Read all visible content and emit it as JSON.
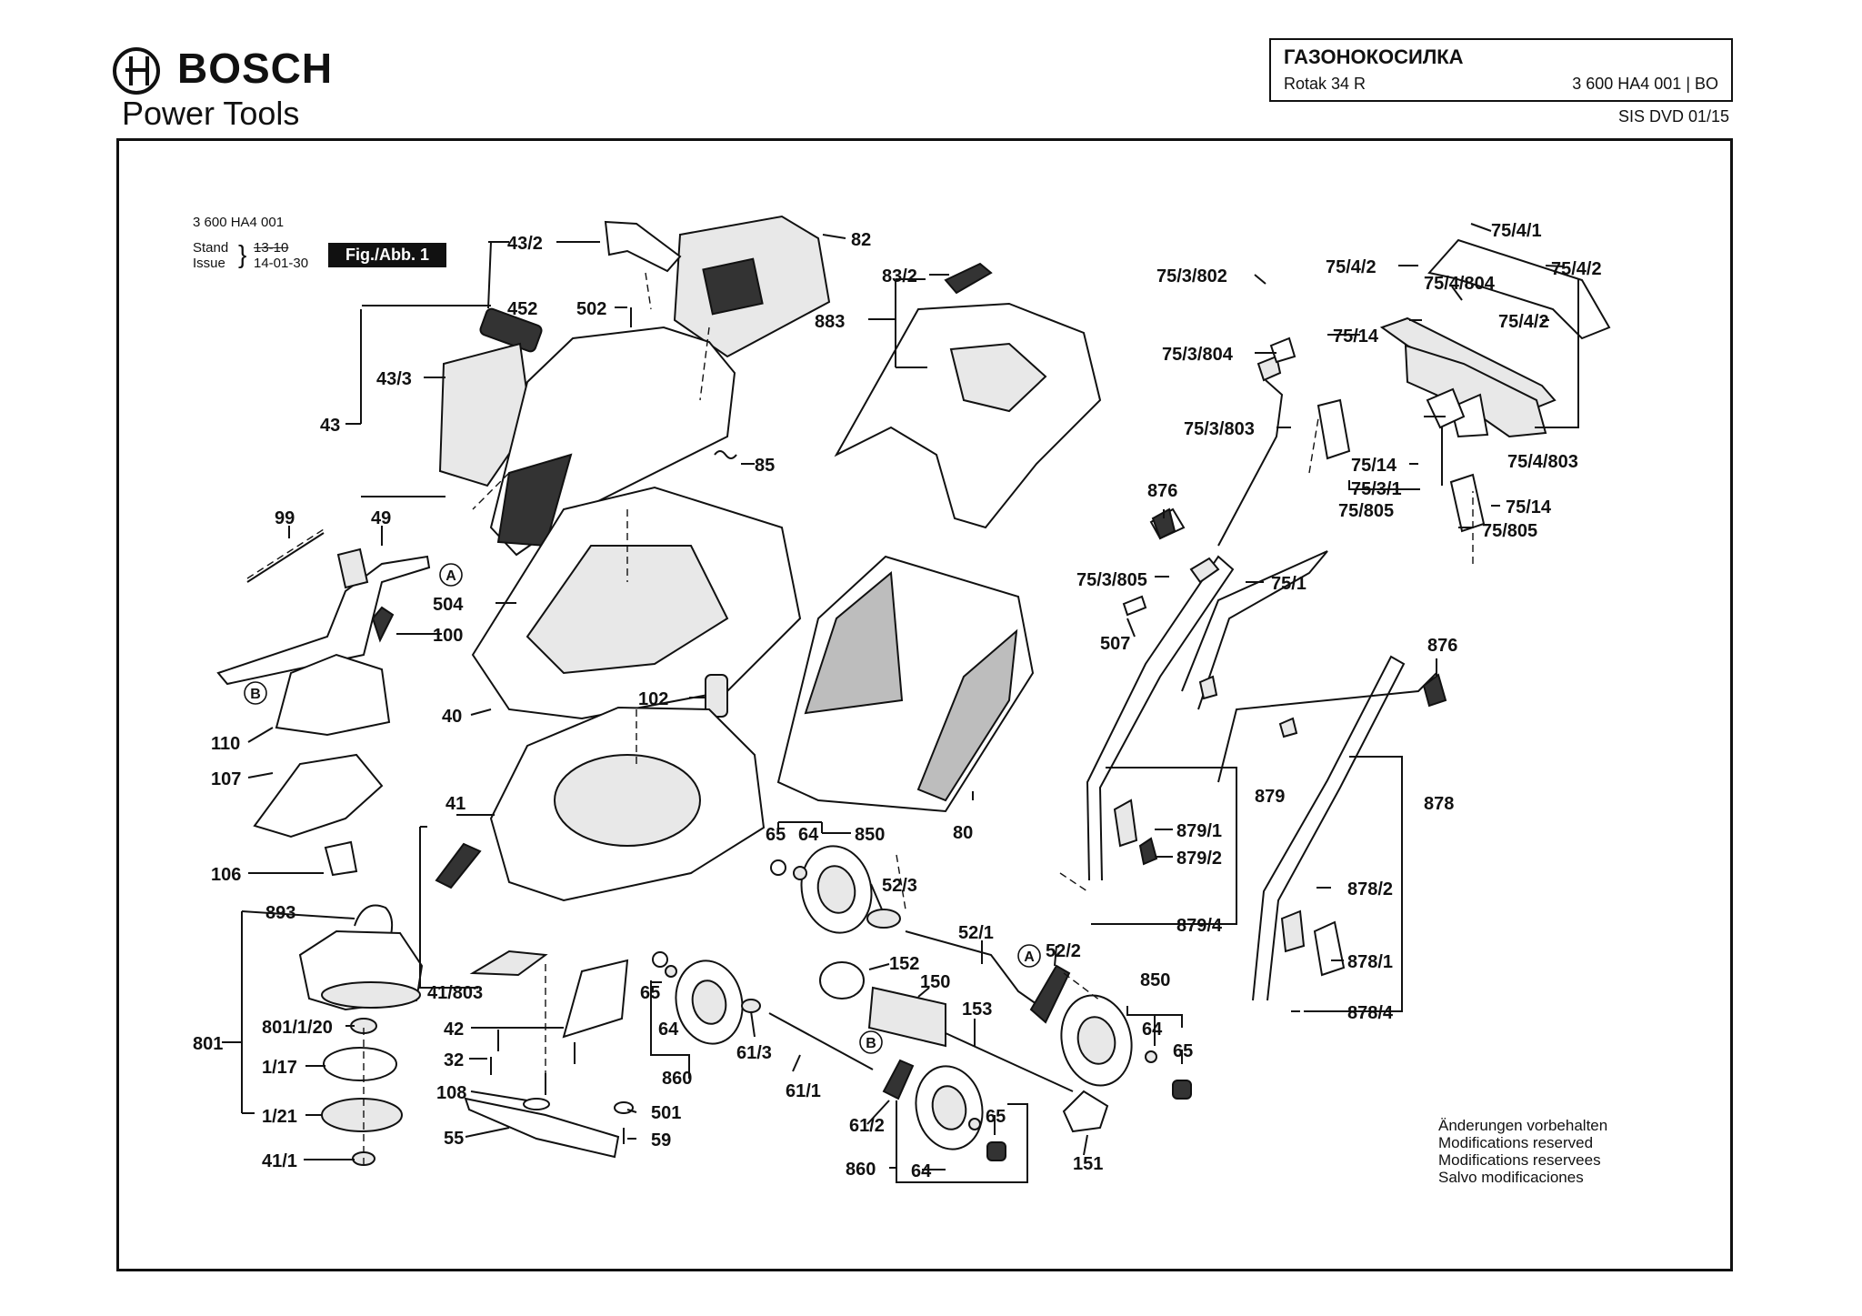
{
  "header": {
    "brand": "BOSCH",
    "brand_sub": "Power Tools",
    "title": "ГАЗОНОКОСИЛКА",
    "model": "Rotak 34 R",
    "code": "3 600 HA4 001 | BO",
    "dvd": "SIS DVD 01/15"
  },
  "meta": {
    "part_no": "3 600 HA4 001",
    "stand_label": "Stand",
    "issue_label": "Issue",
    "stand_value": "13-10",
    "issue_value": "14-01-30",
    "figure": "Fig./Abb. 1"
  },
  "notes": [
    "Änderungen vorbehalten",
    "Modifications reserved",
    "Modifications reservees",
    "Salvo modificaciones"
  ],
  "callouts": [
    "A",
    "A",
    "B",
    "B"
  ],
  "labels": [
    "43/2",
    "82",
    "452",
    "502",
    "83/2",
    "883",
    "43/3",
    "43",
    "85",
    "99",
    "49",
    "504",
    "100",
    "110",
    "107",
    "40",
    "102",
    "41",
    "106",
    "893",
    "801",
    "801/1/20",
    "1/17",
    "1/21",
    "41/1",
    "41/803",
    "42",
    "32",
    "108",
    "55",
    "501",
    "59",
    "65",
    "64",
    "850",
    "52/3",
    "80",
    "52/1",
    "52/2",
    "152",
    "150",
    "153",
    "65",
    "64",
    "860",
    "61/3",
    "61/1",
    "61/2",
    "860",
    "64",
    "65",
    "151",
    "850",
    "64",
    "65",
    "75/4/1",
    "75/4/2",
    "75/4/2",
    "75/4/804",
    "75/3/802",
    "75/4/2",
    "75/14",
    "75/3/804",
    "75/3/803",
    "75/14",
    "75/3/1",
    "75/805",
    "75/4/803",
    "75/14",
    "75/805",
    "876",
    "75/3/805",
    "75/1",
    "507",
    "876",
    "879",
    "879/1",
    "879/2",
    "879/4",
    "878",
    "878/2",
    "878/1",
    "878/4"
  ]
}
